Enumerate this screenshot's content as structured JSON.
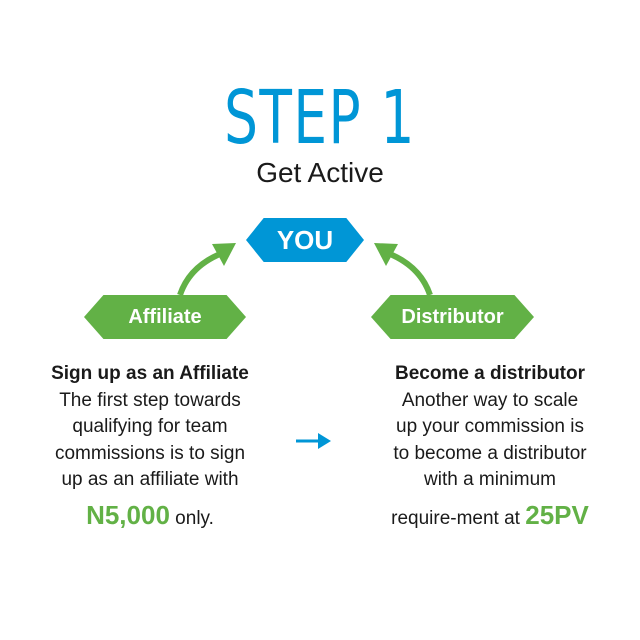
{
  "header": {
    "title": "STEP 1",
    "subtitle": "Get Active"
  },
  "nodes": {
    "center": "YOU",
    "left": "Affiliate",
    "right": "Distributor"
  },
  "left_column": {
    "heading": "Sign up as an Affiliate",
    "lines": [
      "The first step towards",
      "qualifying for team",
      "commissions is to sign",
      "up as an affiliate with"
    ],
    "highlight": "N5,000",
    "suffix": " only."
  },
  "right_column": {
    "heading": "Become a distributor",
    "lines": [
      "Another way to scale",
      "up your commission is",
      "to become a distributor",
      "with a minimum"
    ],
    "prefix": "require-ment at ",
    "highlight": "25PV"
  },
  "colors": {
    "blue": "#0096d6",
    "green": "#62b146"
  }
}
